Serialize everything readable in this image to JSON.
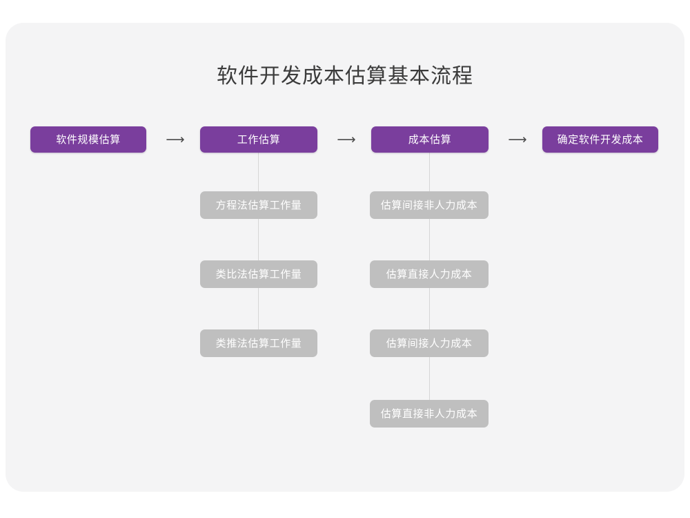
{
  "diagram": {
    "title": "软件开发成本估算基本流程",
    "colors": {
      "background": "#ffffff",
      "card": "#f4f4f5",
      "primary_node": "#7a3e9d",
      "secondary_node": "#bfbfbf",
      "node_text": "#ffffff",
      "title_text": "#3b3b3b",
      "connector": "#d6d6d6",
      "arrow": "#4a4a4a"
    },
    "main_flow": [
      {
        "label": "软件规模估算"
      },
      {
        "label": "工作估算"
      },
      {
        "label": "成本估算"
      },
      {
        "label": "确定软件开发成本"
      }
    ],
    "arrows": [
      {
        "glyph": "⟶"
      },
      {
        "glyph": "⟶"
      },
      {
        "glyph": "⟶"
      }
    ],
    "work_estimation_methods": [
      {
        "label": "方程法估算工作量"
      },
      {
        "label": "类比法估算工作量"
      },
      {
        "label": "类推法估算工作量"
      }
    ],
    "cost_estimation_items": [
      {
        "label": "估算间接非人力成本"
      },
      {
        "label": "估算直接人力成本"
      },
      {
        "label": "估算间接人力成本"
      },
      {
        "label": "估算直接非人力成本"
      }
    ]
  }
}
